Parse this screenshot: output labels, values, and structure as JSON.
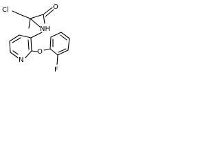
{
  "structure": {
    "atoms": {
      "chlorine": "Cl",
      "oxygen_carbonyl": "O",
      "nitrogen_amide": "NH",
      "nitrogen_pyridine": "N",
      "oxygen_ether": "O",
      "fluorine": "F"
    },
    "colors": {
      "bond": "#000000",
      "label": "#000000",
      "background": "#ffffff"
    }
  }
}
